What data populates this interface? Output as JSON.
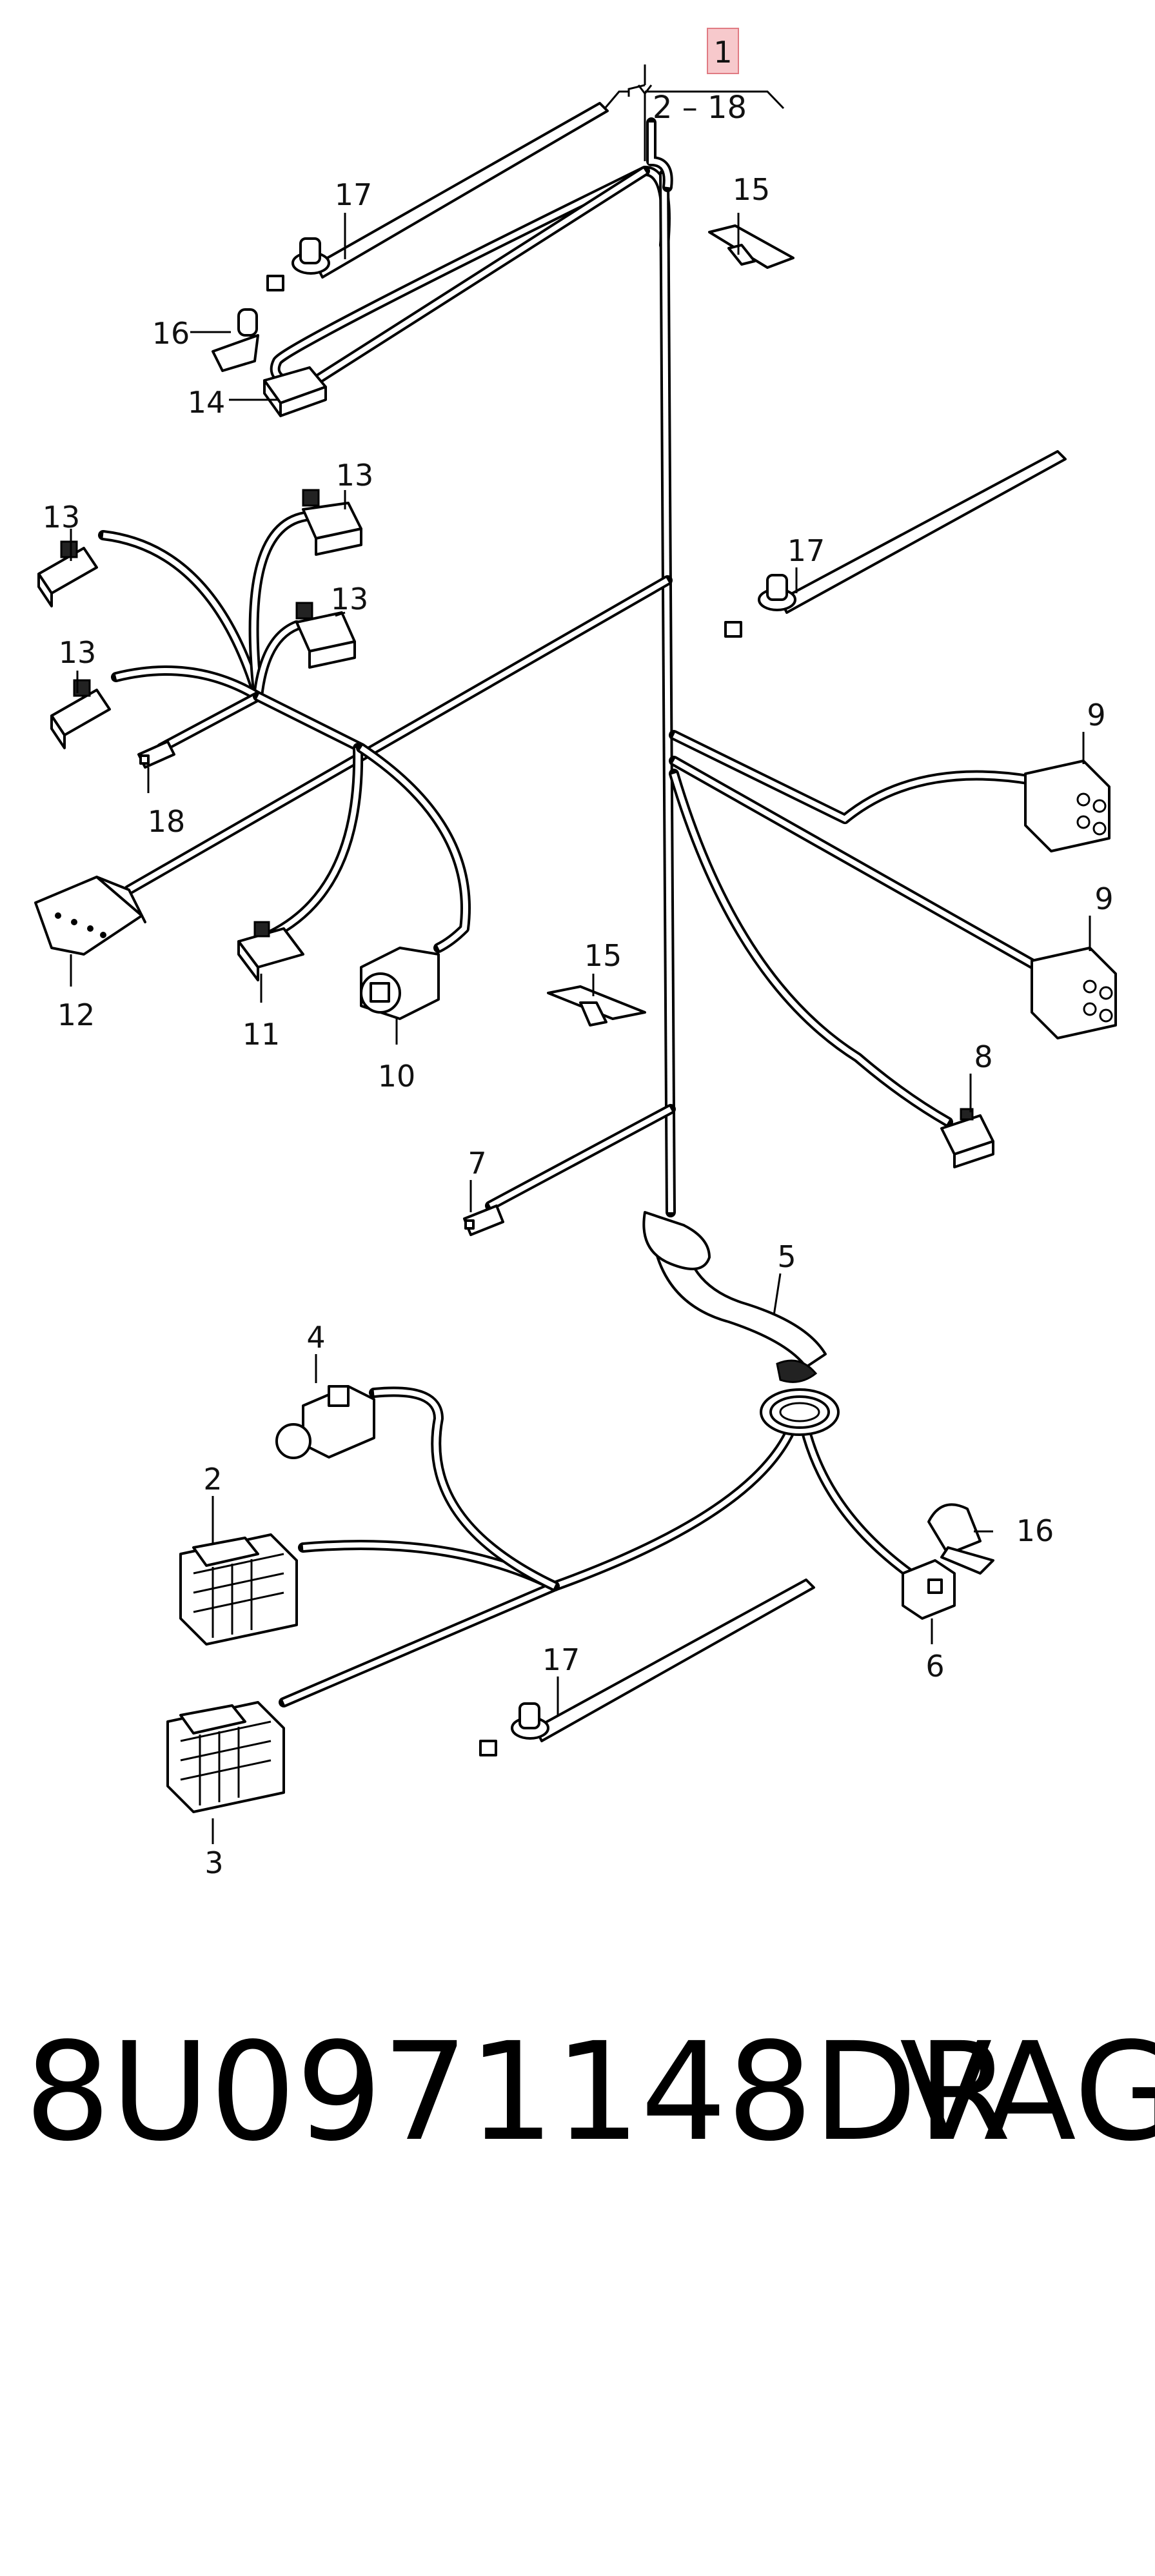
{
  "diagram": {
    "highlight_color": "#f7c9cc",
    "highlight_border": "#e07b83",
    "main_callout": "1",
    "range_label": "2 – 18",
    "callouts": {
      "c2": "2",
      "c3": "3",
      "c4": "4",
      "c5": "5",
      "c6": "6",
      "c7": "7",
      "c8": "8",
      "c9a": "9",
      "c9b": "9",
      "c10": "10",
      "c11": "11",
      "c12": "12",
      "c13a": "13",
      "c13b": "13",
      "c13c": "13",
      "c13d": "13",
      "c14": "14",
      "c15a": "15",
      "c15b": "15",
      "c16a": "16",
      "c16b": "16",
      "c17a": "17",
      "c17b": "17",
      "c17c": "17",
      "c18": "18"
    }
  },
  "caption": {
    "part_number": "8U0971148DR",
    "brand": "VAG"
  }
}
